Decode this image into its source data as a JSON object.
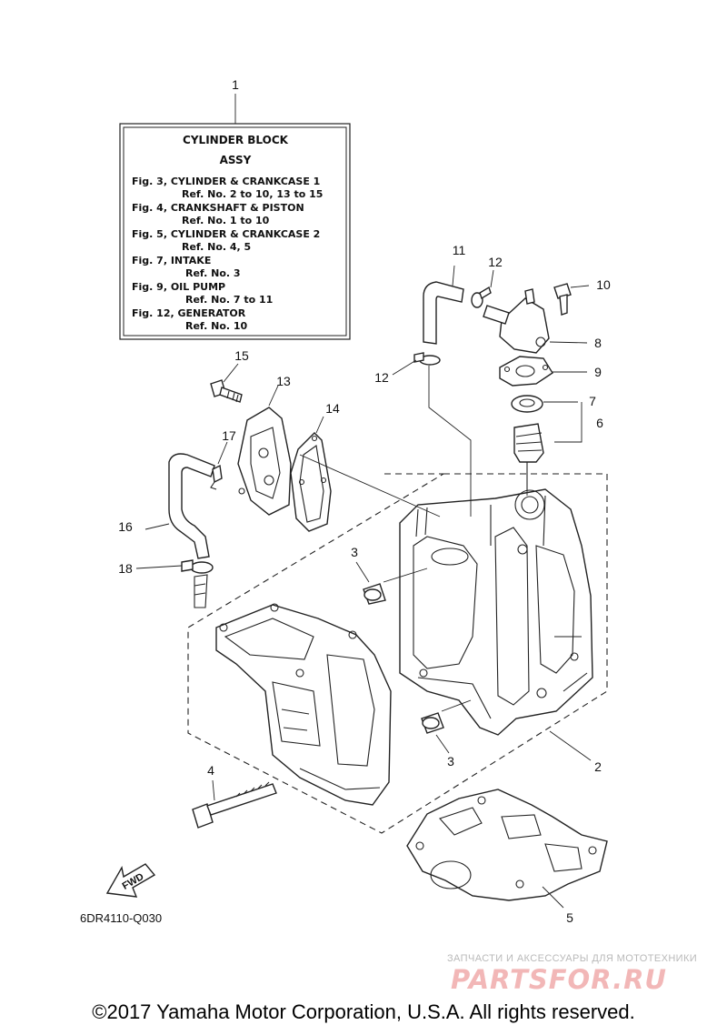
{
  "info_box": {
    "title": "CYLINDER BLOCK",
    "subtitle": "ASSY",
    "lines": [
      "Fig. 3, CYLINDER & CRANKCASE 1",
      "Ref. No. 2 to 10, 13 to 15",
      "Fig. 4, CRANKSHAFT & PISTON",
      "Ref. No. 1 to 10",
      "Fig. 5, CYLINDER & CRANKCASE 2",
      "Ref. No. 4, 5",
      "Fig. 7, INTAKE",
      "Ref. No. 3",
      "Fig. 9, OIL PUMP",
      "Ref. No. 7 to 11",
      "Fig. 12, GENERATOR",
      "Ref. No. 10"
    ]
  },
  "callouts": {
    "n1": "1",
    "n2": "2",
    "n3a": "3",
    "n3b": "3",
    "n4": "4",
    "n5": "5",
    "n6": "6",
    "n7": "7",
    "n8": "8",
    "n9": "9",
    "n10": "10",
    "n11": "11",
    "n12a": "12",
    "n12b": "12",
    "n13": "13",
    "n14": "14",
    "n15": "15",
    "n16": "16",
    "n17": "17",
    "n18": "18"
  },
  "fwd_label": "FWD",
  "drawing_code": "6DR4110-Q030",
  "watermark": {
    "tagline": "ЗАПЧАСТИ И АКСЕССУАРЫ ДЛЯ МОТОТЕХНИКИ",
    "logo": "PARTSFOR.RU"
  },
  "copyright": "©2017 Yamaha Motor Corporation, U.S.A. All rights reserved."
}
